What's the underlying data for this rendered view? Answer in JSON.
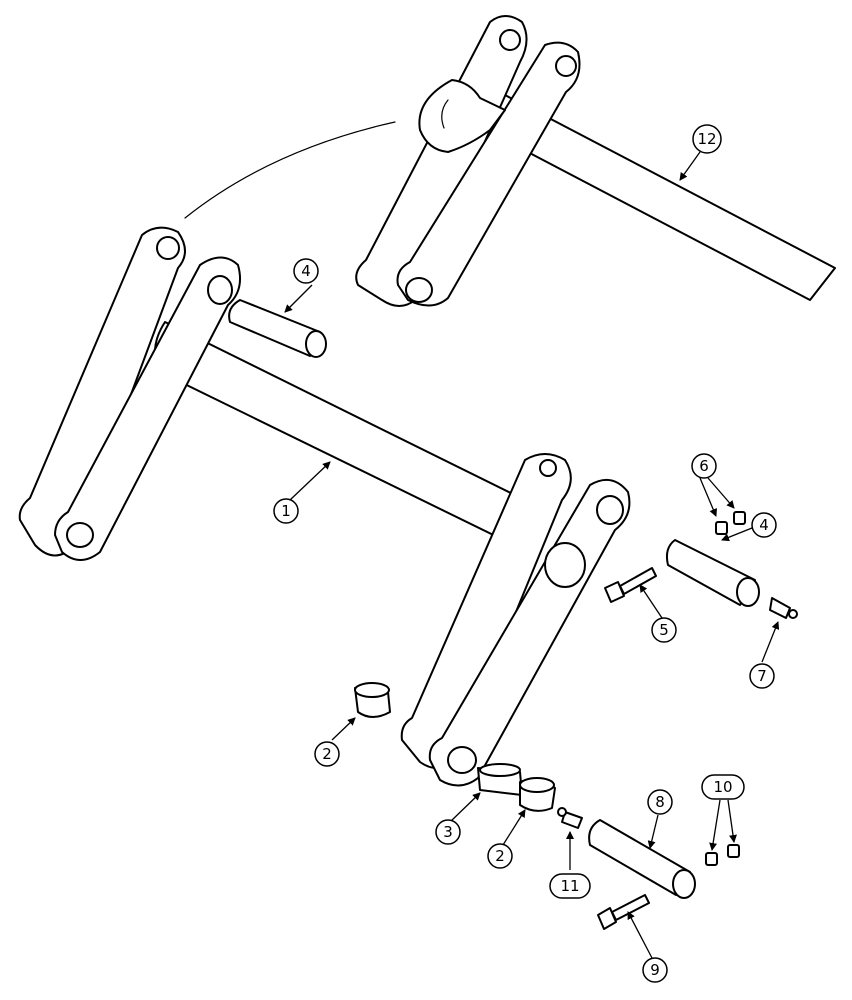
{
  "callouts": {
    "c1": "1",
    "c2a": "2",
    "c2b": "2",
    "c3": "3",
    "c4a": "4",
    "c4b": "4",
    "c5": "5",
    "c6": "6",
    "c7": "7",
    "c8": "8",
    "c9": "9",
    "c10": "10",
    "c11": "11",
    "c12": "12"
  },
  "colors": {
    "line": "#000000",
    "fill": "#ffffff"
  }
}
